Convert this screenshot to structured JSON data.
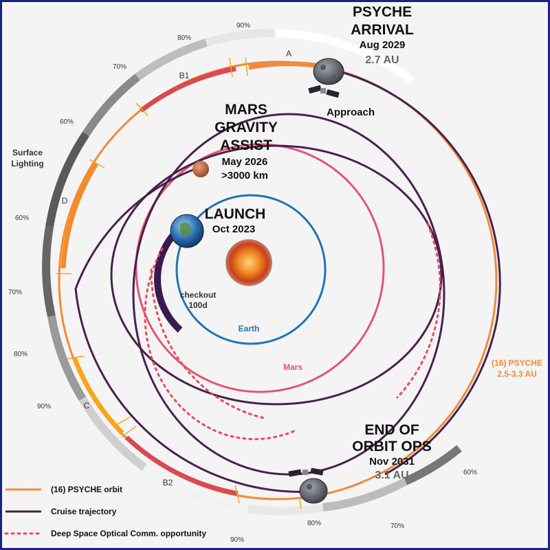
{
  "milestones": {
    "arrival": {
      "title1": "PSYCHE",
      "title2": "ARRIVAL",
      "date": "Aug 2029",
      "au": "2.7 AU"
    },
    "approach": "Approach",
    "mars": {
      "title1": "MARS",
      "title2": "GRAVITY",
      "title3": "ASSIST",
      "date": "May 2026",
      "distance": ">3000 km"
    },
    "launch": {
      "title": "LAUNCH",
      "date": "Oct 2023"
    },
    "checkout": {
      "line1": "checkout",
      "line2": "100d"
    },
    "end": {
      "title1": "END OF",
      "title2": "ORBIT OPS",
      "date": "Nov 2031",
      "au": "3.1 AU"
    }
  },
  "orbit_labels": {
    "earth": "Earth",
    "mars": "Mars",
    "psyche_line1": "(16) PSYCHE",
    "psyche_line2": "2.5-3.3 AU"
  },
  "lighting": {
    "title1": "Surface",
    "title2": "Lighting"
  },
  "lighting_percents": [
    "90%",
    "80%",
    "70%",
    "60%",
    "60%",
    "70%",
    "80%",
    "90%",
    "90%",
    "80%",
    "70%",
    "60%"
  ],
  "phases": {
    "a": "A",
    "b1": "B1",
    "c": "C",
    "d": "D",
    "b2": "B2"
  },
  "legend": {
    "psyche_orbit": "(16) PSYCHE orbit",
    "cruise": "Cruise trajectory",
    "dsoc": "Deep Space Optical Comm. opportunity"
  },
  "colors": {
    "psyche_orbit": "#f28a3a",
    "cruise": "#4a1f4f",
    "earth_orbit": "#1f73b7",
    "mars_orbit": "#e05570",
    "dsoc": "#e84a5f",
    "phase_b": "#d94a52",
    "phase_c": "#f8a51c",
    "phase_d": "#f58a2a",
    "frame": "#1a237e"
  }
}
